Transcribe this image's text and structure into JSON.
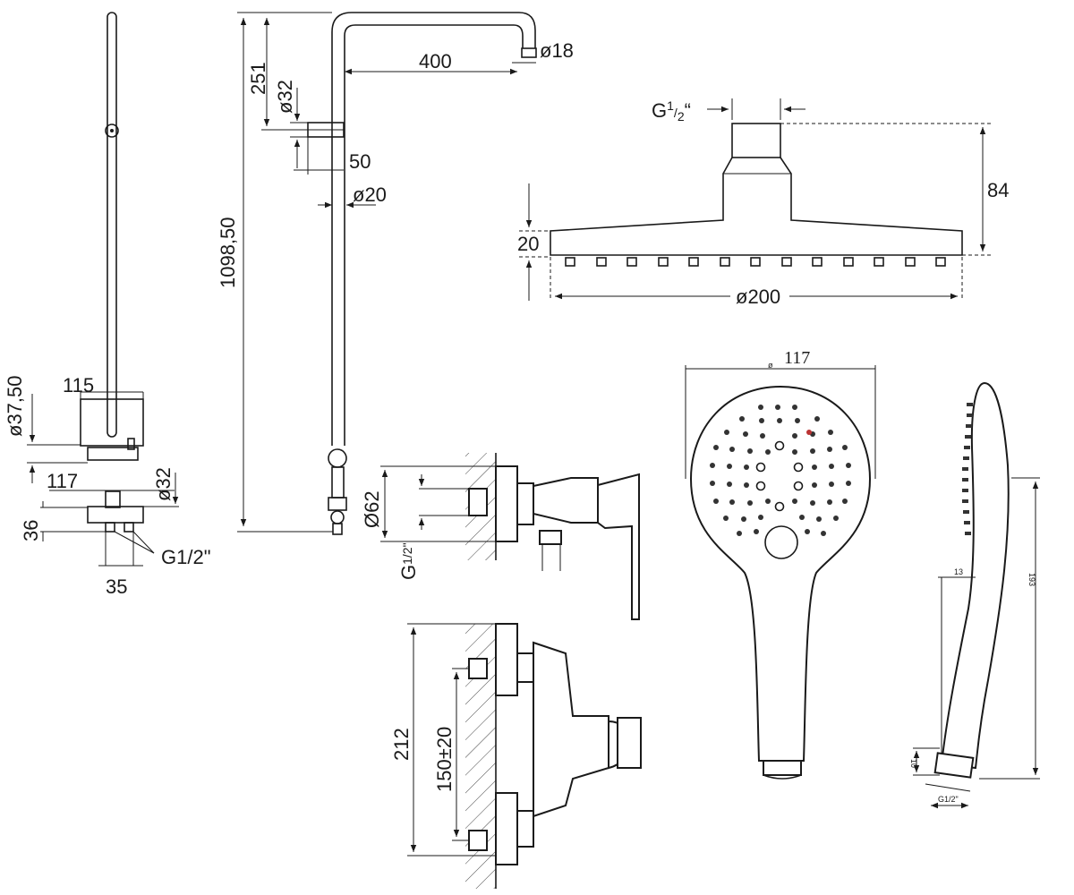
{
  "view_column": {
    "height": "1098,50",
    "top_offset": "251",
    "arm_length": "400",
    "arm_dia": "ø18",
    "pipe_dia_top": "ø32",
    "holder_offset": "50",
    "pipe_dia": "ø20"
  },
  "view_side": {
    "bracket_dia": "ø37,50",
    "bracket_width": "115",
    "mixer_width": "117",
    "mixer_dia": "ø32",
    "mixer_height": "36",
    "outlet_spacing": "35",
    "thread": "G1/2\""
  },
  "view_rain_head": {
    "thread_g": "G",
    "thread_frac_num": "1",
    "thread_frac_den": "2",
    "thread_mark": "“",
    "height_total": "84",
    "plate_thickness": "20",
    "diameter": "ø200"
  },
  "view_mixer_side": {
    "escutcheon_dia": "Ø62",
    "thread_g": "G",
    "thread_frac": "1/2\""
  },
  "view_mixer_front": {
    "height": "212",
    "inlet_spacing": "150±20"
  },
  "view_hand_shower": {
    "diameter_symbol": "ø",
    "diameter": "117",
    "length": "193",
    "tip_offset": "13",
    "thread_length": "10",
    "thread": "G1/2\""
  }
}
